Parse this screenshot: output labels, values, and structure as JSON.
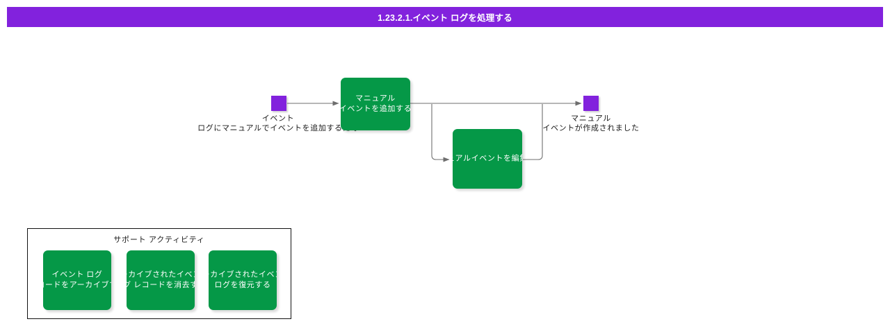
{
  "header": {
    "number": "1.23.2.1.",
    "title": "1.23.2.1.イベント ログを処理する",
    "bar_color": "#8222dd"
  },
  "colors": {
    "process_green": "#059847",
    "event_purple": "#8222dd",
    "connector_gray": "#6e6e6e",
    "border_black": "#111111"
  },
  "diagram": {
    "start_event": {
      "icon": "event-marker-square",
      "label_line1": "イベント",
      "label_line2": "ログにマニュアルでイベントを追加するため"
    },
    "end_event": {
      "icon": "event-marker-square",
      "label_line1": "マニュアル",
      "label_line2": "イベントが作成されました"
    },
    "activities": [
      {
        "id": "add-manual-event",
        "line1": "マニュアル",
        "line2": "イベントを追加する"
      },
      {
        "id": "edit-manual-event",
        "line1": "マニュアルイベントを編集する",
        "line2": ""
      }
    ]
  },
  "support": {
    "title": "サポート アクティビティ",
    "activities": [
      {
        "id": "archive-event-log-records",
        "line1": "イベント ログ",
        "line2": "レコードをアーカイブする"
      },
      {
        "id": "purge-archived-event-log-records",
        "line1": "アーカイブされたイベント",
        "line2": "ログ レコードを消去する"
      },
      {
        "id": "restore-archived-event-log",
        "line1": "アーカイブされたイベント",
        "line2": "ログを復元する"
      }
    ]
  }
}
